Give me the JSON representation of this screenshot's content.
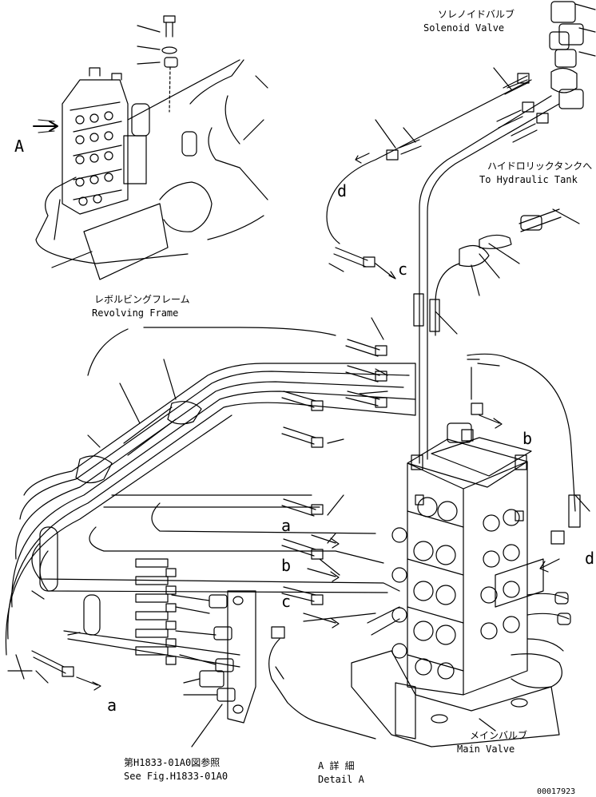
{
  "labels": {
    "solenoid_valve_jp": "ソレノイドバルブ",
    "solenoid_valve_en": "Solenoid Valve",
    "hydraulic_tank_jp": "ハイドロリックタンクへ",
    "hydraulic_tank_en": "To Hydraulic Tank",
    "revolving_frame_jp": "レボルビングフレーム",
    "revolving_frame_en": "Revolving Frame",
    "main_valve_jp": "メインバルブ",
    "main_valve_en": "Main Valve",
    "see_fig_jp": "第H1833-01A0図参照",
    "see_fig_en": "See Fig.H1833-01A0",
    "detail_jp": "A 詳 細",
    "detail_en": "Detail A",
    "drawing_no": "00017923"
  },
  "markers": {
    "view_a": "A",
    "a_upper": "a",
    "a_lower": "a",
    "b_upper": "b",
    "b_lower": "b",
    "c_upper": "c",
    "c_lower": "c",
    "d_upper": "d",
    "d_lower": "d"
  }
}
